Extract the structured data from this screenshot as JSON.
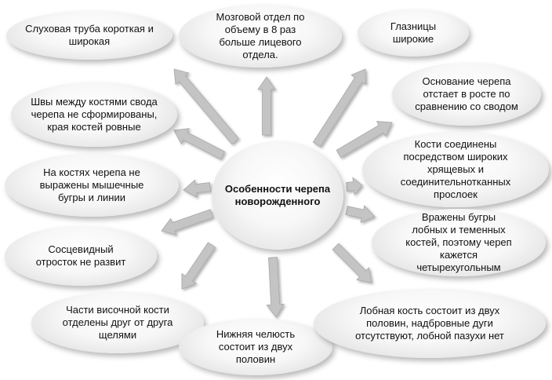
{
  "center": {
    "text": "Особенности черепа новорожденного"
  },
  "nodes": [
    {
      "text": "Слуховая труба короткая  и широкая"
    },
    {
      "text": "Мозговой отдел по объему в 8 раз больше лицевого отдела."
    },
    {
      "text": "Глазницы широкие"
    },
    {
      "text": "Основание черепа отстает в росте по сравнению со сводом"
    },
    {
      "text": "Швы между костями свода черепа не сформированы, края костей ровные"
    },
    {
      "text": "Кости соединены посредством широких хрящевых и соединительнотканных прослоек"
    },
    {
      "text": "На костях черепа не выражены мышечные бугры и линии"
    },
    {
      "text": "Вражены бугры лобных и теменных костей, поэтому череп кажется четырехугольным"
    },
    {
      "text": "Сосцевидный отросток не развит"
    },
    {
      "text": "Части височной кости отделены друг от друга щелями"
    },
    {
      "text": "Нижняя челюсть состоит из двух половин"
    },
    {
      "text": "Лобная кость состоит из двух половин, надбровные дуги отсутствуют, лобной пазухи нет"
    }
  ],
  "colors": {
    "arrow": "#c4c4c4",
    "arrow_edge": "#a8a8a8",
    "text": "#111111"
  }
}
